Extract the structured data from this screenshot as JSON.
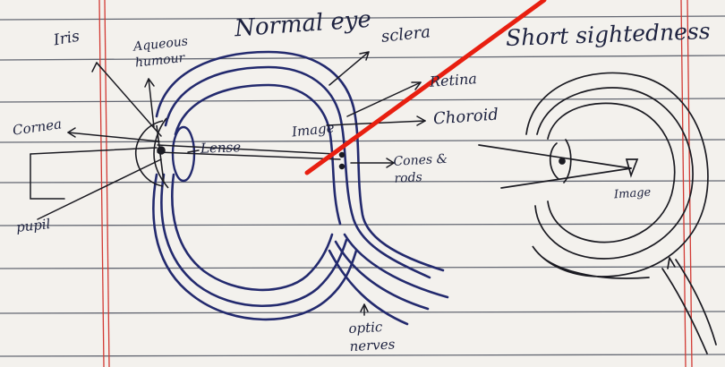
{
  "title": "Normal eye",
  "second_title": "Short sightedness",
  "labels": {
    "iris": "Iris",
    "aqueous_humour": "Aqueous humour",
    "sclera": "sclera",
    "retina": "Retina",
    "choroid": "Choroid",
    "cornea": "Cornea",
    "lens": "Lense",
    "image": "Image",
    "cones_rods": "Cones & rods",
    "pupil": "pupil",
    "optic_nerve": "optic nerves",
    "image_short": "Image"
  },
  "colors": {
    "ink_blue": "#232a6e",
    "ink_black": "#1b1b22",
    "margin_red": "#d23a34",
    "slash_red": "#e81f10",
    "rule_line": "#454c5a",
    "paper": "#f3f1ed"
  }
}
